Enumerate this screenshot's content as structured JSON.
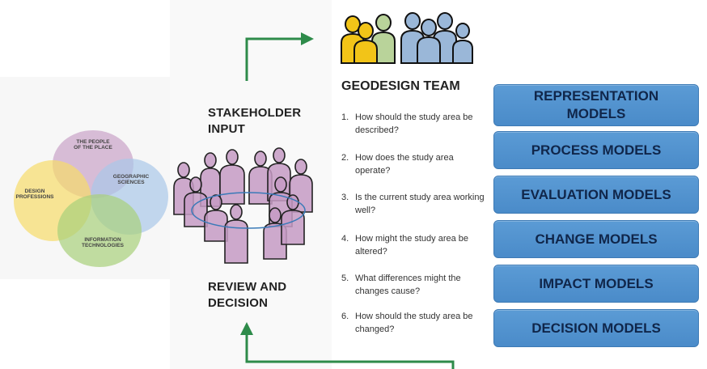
{
  "venn": {
    "circles": [
      {
        "label": "THE PEOPLE\nOF THE PLACE",
        "color": "#c9a3c7"
      },
      {
        "label": "GEOGRAPHIC\nSCIENCES",
        "color": "#a9c7e8"
      },
      {
        "label": "DESIGN\nPROFESSIONS",
        "color": "#f6dc6a"
      },
      {
        "label": "INFORMATION\nTECHNOLOGIES",
        "color": "#a8d07a"
      }
    ]
  },
  "stakeholder_input": "STAKEHOLDER\nINPUT",
  "review_decision": "REVIEW AND\nDECISION",
  "team_title": "GEODESIGN TEAM",
  "questions": [
    {
      "num": "1.",
      "text": "How should the study area be described?"
    },
    {
      "num": "2.",
      "text": "How does the study area operate?"
    },
    {
      "num": "3.",
      "text": "Is the current study area working well?"
    },
    {
      "num": "4.",
      "text": "How might the study area be altered?"
    },
    {
      "num": "5.",
      "text": "What differences might the changes cause?"
    },
    {
      "num": "6.",
      "text": "How should the study area be changed?"
    }
  ],
  "models": [
    "REPRESENTATION\nMODELS",
    "PROCESS MODELS",
    "EVALUATION MODELS",
    "CHANGE MODELS",
    "IMPACT MODELS",
    "DECISION MODELS"
  ],
  "colors": {
    "arrow": "#2e8b4a",
    "button": "#5b9bd5",
    "stakeholder": "#c59bc4",
    "team_yellow": "#f2c418",
    "team_green": "#b9d39a",
    "team_blue": "#9ab7d8"
  }
}
